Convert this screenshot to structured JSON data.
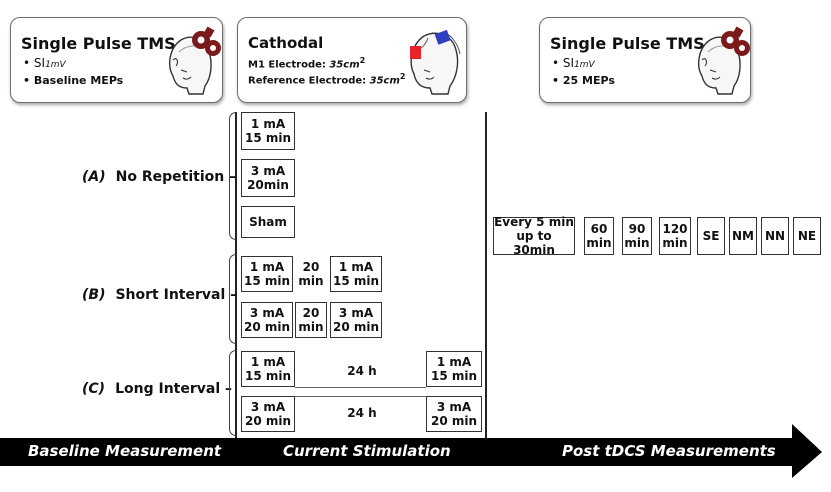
{
  "cards": {
    "left": {
      "title": "Single Pulse TMS",
      "line1_main": "SI",
      "line1_sub": "1mV",
      "line2": "Baseline MEPs"
    },
    "middle": {
      "title": "Cathodal",
      "line1_label": "M1 Electrode: ",
      "line1_value": "35cm",
      "line1_exp": "2",
      "line2_label": "Reference Electrode: ",
      "line2_value": "35cm",
      "line2_exp": "2"
    },
    "right": {
      "title": "Single Pulse TMS",
      "line1_main": "SI",
      "line1_sub": "1mV",
      "line2": "25 MEPs"
    }
  },
  "groups": {
    "a": {
      "letter": "(A)",
      "label": "No Repetition"
    },
    "b": {
      "letter": "(B)",
      "label": "Short Interval"
    },
    "c": {
      "letter": "(C)",
      "label": "Long Interval"
    }
  },
  "no_repetition": [
    {
      "top": "1 mA",
      "bottom": "15 min"
    },
    {
      "top": "3 mA",
      "bottom": "20min"
    },
    {
      "top": "Sham",
      "bottom": ""
    }
  ],
  "short_interval": [
    {
      "first": {
        "top": "1 mA",
        "bottom": "15 min"
      },
      "gap": {
        "top": "20",
        "bottom": "min"
      },
      "second": {
        "top": "1 mA",
        "bottom": "15 min"
      }
    },
    {
      "first": {
        "top": "3 mA",
        "bottom": "20 min"
      },
      "gap": {
        "top": "20",
        "bottom": "min"
      },
      "second": {
        "top": "3 mA",
        "bottom": "20 min"
      }
    }
  ],
  "long_interval": [
    {
      "first": {
        "top": "1 mA",
        "bottom": "15 min"
      },
      "gap": "24 h",
      "second": {
        "top": "1 mA",
        "bottom": "15 min"
      }
    },
    {
      "first": {
        "top": "3 mA",
        "bottom": "20 min"
      },
      "gap": "24 h",
      "second": {
        "top": "3 mA",
        "bottom": "20 min"
      }
    }
  ],
  "post_measurements": [
    {
      "top": "Every 5 min",
      "bottom": "up to 30min"
    },
    {
      "top": "60",
      "bottom": "min"
    },
    {
      "top": "90",
      "bottom": "min"
    },
    {
      "top": "120",
      "bottom": "min"
    },
    {
      "top": "SE",
      "bottom": ""
    },
    {
      "top": "NM",
      "bottom": ""
    },
    {
      "top": "NN",
      "bottom": ""
    },
    {
      "top": "NE",
      "bottom": ""
    }
  ],
  "timeline": {
    "baseline": "Baseline Measurement",
    "stimulation": "Current Stimulation",
    "post": "Post tDCS Measurements",
    "color": "#000000"
  },
  "icons": {
    "coil_color": "#7a1a1a",
    "anode_color": "#e8232a",
    "cathode_color": "#2f3fbf"
  }
}
